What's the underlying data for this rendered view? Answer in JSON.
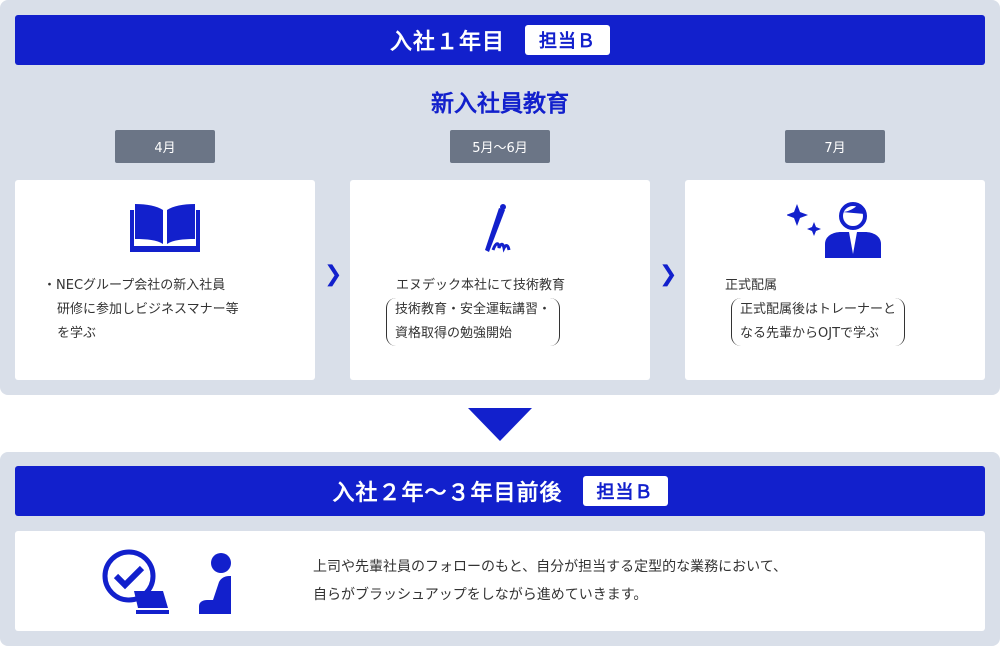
{
  "section1": {
    "title": "入社１年目",
    "tag": "担当Ｂ",
    "subtitle": "新入社員教育",
    "steps": [
      {
        "month": "4月",
        "icon": "book-icon",
        "line1": "・NECグループ会社の新入社員",
        "line2": "研修に参加しビジネスマナー等",
        "line3": "を学ぶ"
      },
      {
        "month": "5月〜6月",
        "icon": "pen-signature-icon",
        "line1": "エヌデック本社にて技術教育",
        "line2": "技術教育・安全運転講習・",
        "line3": "資格取得の勉強開始"
      },
      {
        "month": "7月",
        "icon": "businessman-sparkle-icon",
        "line1": "正式配属",
        "line2": "正式配属後はトレーナーと",
        "line3": "なる先輩からOJTで学ぶ"
      }
    ]
  },
  "section2": {
    "title": "入社２年〜３年目前後",
    "tag": "担当Ｂ",
    "line1": "上司や先輩社員のフォローのもと、自分が担当する定型的な業務において、",
    "line2": "自らがブラッシュアップをしながら進めていきます。"
  },
  "colors": {
    "accent": "#1220cc",
    "panel": "#d9dfe9",
    "badge": "#6b7586"
  }
}
